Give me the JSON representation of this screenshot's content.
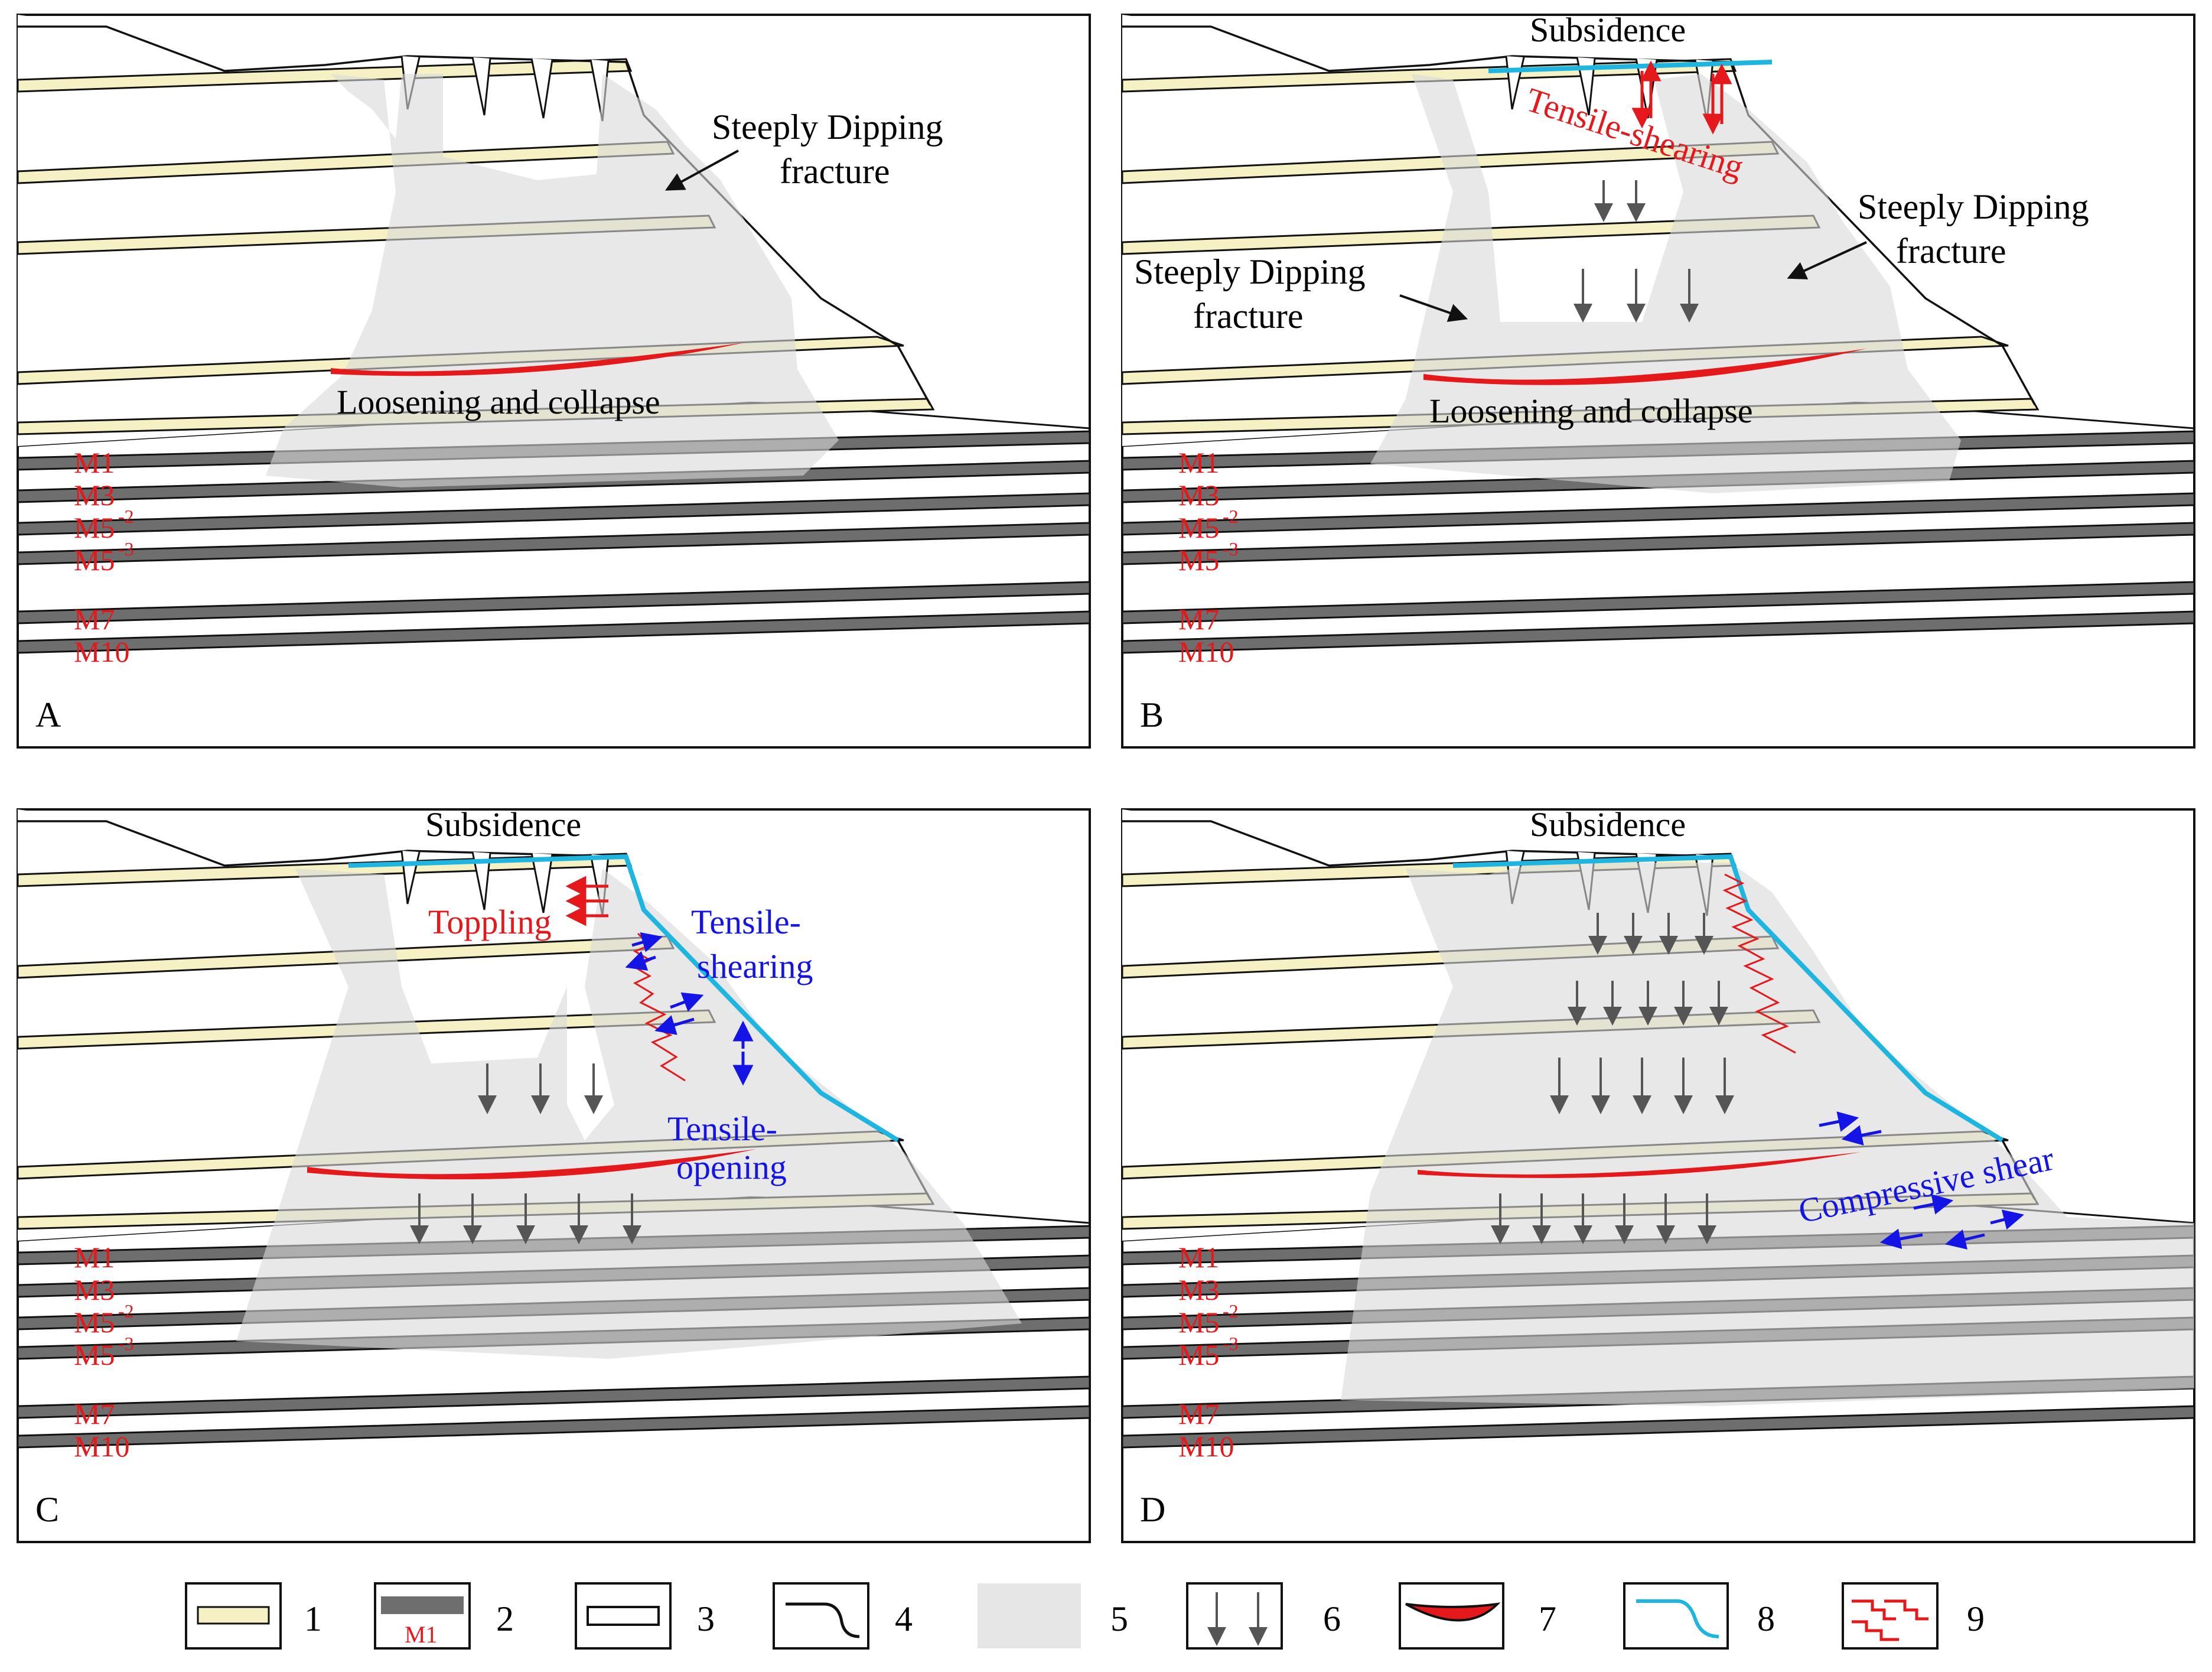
{
  "colors": {
    "yellow_layer": "#f5f1c4",
    "coal_seam": "#707070",
    "disturbed_zone": "#e6e6e6",
    "collapse_red": "#e5181b",
    "blue_surface": "#1eb6e0",
    "label_red": "#e5181b",
    "label_blue": "#1414e6",
    "outline": "#111111"
  },
  "seam_labels": [
    "M1",
    "M3",
    "M5",
    "M5",
    "M7",
    "M10"
  ],
  "seam_superscripts": [
    "",
    "",
    "-2",
    "-3",
    "",
    ""
  ],
  "panels": {
    "A": {
      "letter": "A",
      "fracture_label": [
        "Steeply Dipping",
        "fracture"
      ],
      "collapse_label": "Loosening and collapse"
    },
    "B": {
      "letter": "B",
      "subsidence_label": "Subsidence",
      "tensile_shearing_label": "Tensile-shearing",
      "fracture_label_right": [
        "Steeply Dipping",
        "fracture"
      ],
      "fracture_label_left": [
        "Steeply Dipping",
        "fracture"
      ],
      "collapse_label": "Loosening and collapse"
    },
    "C": {
      "letter": "C",
      "subsidence_label": "Subsidence",
      "toppling_label": "Toppling",
      "tensile_shearing_label": [
        "Tensile-",
        "shearing"
      ],
      "tensile_opening_label": [
        "Tensile-",
        "opening"
      ]
    },
    "D": {
      "letter": "D",
      "subsidence_label": "Subsidence",
      "compressive_label": "Compressive shear"
    }
  },
  "legend": {
    "numbers": [
      "1",
      "2",
      "3",
      "4",
      "5",
      "6",
      "7",
      "8",
      "9"
    ],
    "seam_sample_label": "M1",
    "icons": [
      "yellow-layer-swatch",
      "coal-seam-swatch",
      "white-layer-swatch",
      "slope-line-icon",
      "gray-zone-swatch",
      "down-arrows-icon",
      "red-lens-icon",
      "blue-line-icon",
      "red-zigzag-icon"
    ]
  }
}
